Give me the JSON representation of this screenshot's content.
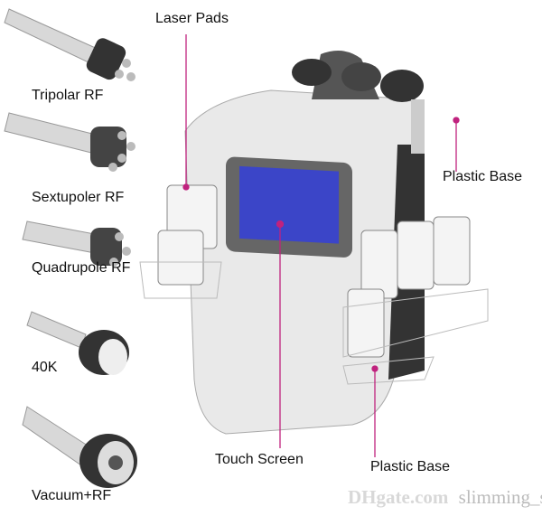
{
  "labels": {
    "laser_pads": "Laser Pads",
    "plastic_base_right": "Plastic Base",
    "plastic_base_bottom": "Plastic Base",
    "touch_screen": "Touch Screen",
    "handles": [
      "Tripolar RF",
      "Sextupoler RF",
      "Quadrupole RF",
      "40K",
      "Vacuum+RF"
    ]
  },
  "watermark": {
    "logo": "DHgate.com",
    "store": "slimming_salon"
  },
  "colors": {
    "pointer": "#c0227e",
    "screen": "#3b45c8",
    "body": "#e9e9e9"
  }
}
